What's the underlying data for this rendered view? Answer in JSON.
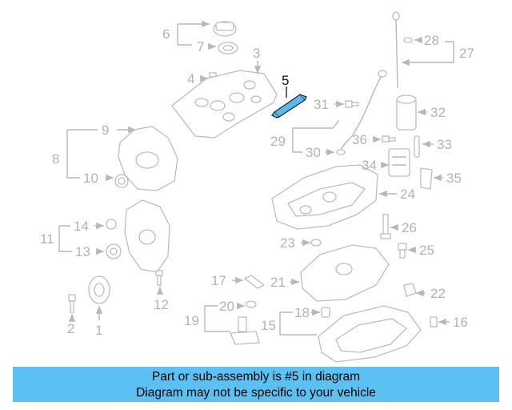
{
  "diagram": {
    "highlighted_part": "5",
    "highlight_color": "#59b8ee",
    "callouts": [
      "1",
      "2",
      "3",
      "4",
      "5",
      "6",
      "7",
      "8",
      "9",
      "10",
      "11",
      "12",
      "13",
      "14",
      "15",
      "16",
      "17",
      "18",
      "19",
      "20",
      "21",
      "22",
      "23",
      "24",
      "25",
      "26",
      "27",
      "28",
      "29",
      "30",
      "31",
      "32",
      "33",
      "34",
      "35",
      "36"
    ]
  },
  "banner": {
    "line1": "Part or sub-assembly is #5 in diagram",
    "line2": "Diagram may not be specific to your vehicle",
    "background": "#5bc0f2"
  }
}
